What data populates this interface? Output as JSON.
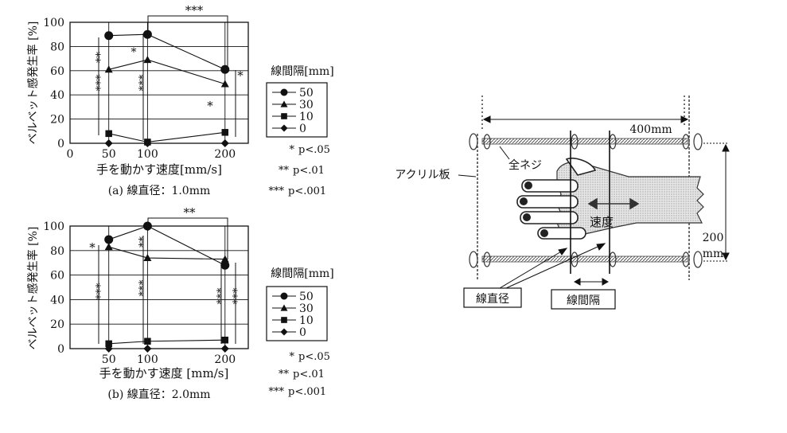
{
  "chart_data": [
    {
      "type": "line",
      "title": "(a) 線直径：1.0mm",
      "xlabel": "手を動かす速度[mm/s]",
      "ylabel": "ベルベット感発生率 [%]",
      "x": [
        50,
        100,
        200
      ],
      "xticks": [
        "0",
        "50",
        "100",
        "200"
      ],
      "yticks": [
        "0",
        "20",
        "40",
        "60",
        "80",
        "100"
      ],
      "ylim": [
        0,
        100
      ],
      "grid": true,
      "legend_title": "線間隔[mm]",
      "series": [
        {
          "name": "50",
          "marker": "circle",
          "values": [
            89,
            90,
            61
          ]
        },
        {
          "name": "30",
          "marker": "triangle",
          "values": [
            61,
            69,
            49
          ]
        },
        {
          "name": "10",
          "marker": "square",
          "values": [
            8,
            1,
            9
          ]
        },
        {
          "name": "0",
          "marker": "diamond",
          "values": [
            0,
            0,
            0
          ]
        }
      ],
      "significance": [
        "***",
        "**",
        "***",
        "*",
        "***",
        "*",
        "*"
      ],
      "significance_legend": [
        "*",
        "p<.05",
        "**",
        "p<.01",
        "***",
        "p<.001"
      ]
    },
    {
      "type": "line",
      "title": "(b) 線直径：2.0mm",
      "xlabel": "手を動かす速度 [mm/s]",
      "ylabel": "ベルベット感発生率 [%]",
      "x": [
        50,
        100,
        200
      ],
      "xticks": [
        "50",
        "100",
        "200"
      ],
      "yticks": [
        "0",
        "20",
        "40",
        "60",
        "80",
        "100"
      ],
      "ylim": [
        0,
        100
      ],
      "grid": true,
      "legend_title": "線間隔[mm]",
      "series": [
        {
          "name": "50",
          "marker": "circle",
          "values": [
            89,
            100,
            68
          ]
        },
        {
          "name": "30",
          "marker": "triangle",
          "values": [
            83,
            74,
            73
          ]
        },
        {
          "name": "10",
          "marker": "square",
          "values": [
            4,
            6,
            7
          ]
        },
        {
          "name": "0",
          "marker": "diamond",
          "values": [
            0,
            0,
            0
          ]
        }
      ],
      "significance": [
        "**",
        "*",
        "**",
        "***",
        "***",
        "***",
        "***"
      ],
      "significance_legend": [
        "*",
        "p<.05",
        "**",
        "p<.01",
        "***",
        "p<.001"
      ]
    }
  ],
  "diagram": {
    "dimension_width": "400mm",
    "dimension_height": "200",
    "dimension_height_unit": "mm",
    "label_screw": "全ネジ",
    "label_acrylic": "アクリル板",
    "label_speed": "速度",
    "label_wire_diameter": "線直径",
    "label_wire_spacing": "線間隔"
  }
}
